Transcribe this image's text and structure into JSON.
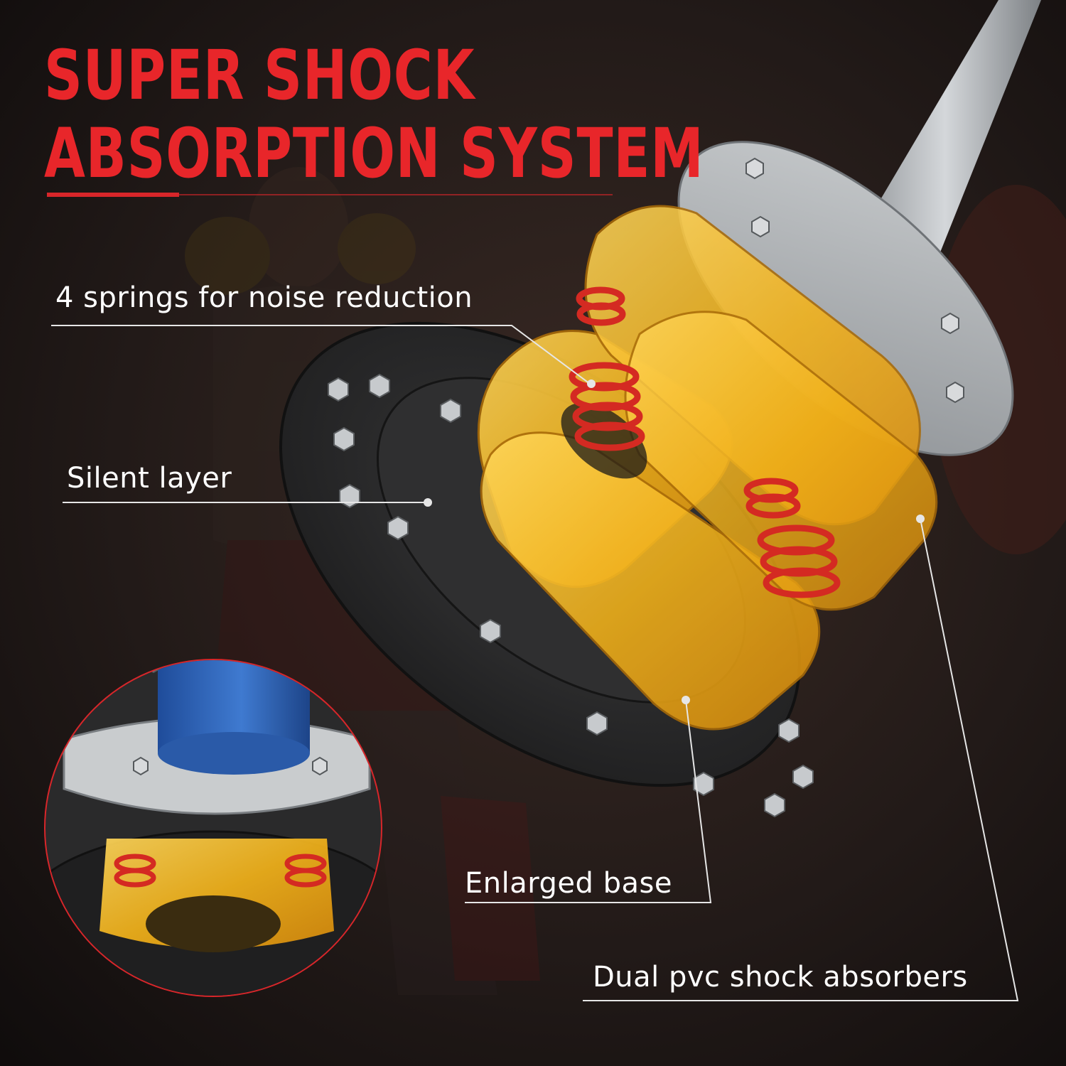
{
  "headline": {
    "line1": "SUPER SHOCK",
    "line2": "ABSORPTION SYSTEM"
  },
  "callouts": {
    "springs": "4 springs for noise reduction",
    "silent_layer": "Silent layer",
    "enlarged_base": "Enlarged base",
    "dual_pvc": "Dual pvc shock absorbers"
  },
  "colors": {
    "headline_red": "#e8262a",
    "underline_red": "#d8262a",
    "callout_text": "#ffffff",
    "leader_line": "#e6e6e6",
    "background": "#1a1414",
    "amber_pvc": "#f2b21a",
    "spring_red": "#d42a22",
    "steel": "#b9bcbf",
    "rubber_base": "#2b2b2c",
    "blue_pole": "#2c5fb3"
  },
  "icons": [
    "hex-bolt-icon",
    "spring-coil-icon"
  ]
}
